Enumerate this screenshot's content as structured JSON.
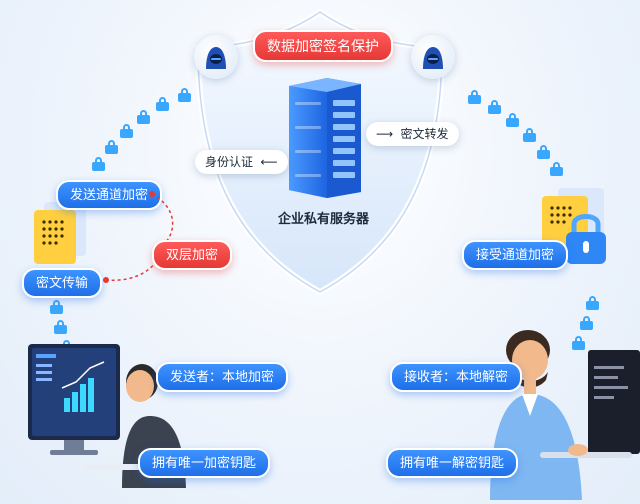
{
  "title_badge": "数据加密签名保护",
  "server_label": "企业私有服务器",
  "left_arrow_label": "身份认证",
  "right_arrow_label": "密文转发",
  "left_top_pill": "发送通道加密",
  "left_bottom_pill": "密文传输",
  "double_encrypt": "双层加密",
  "right_pill": "接受通道加密",
  "sender_label": "发送者：本地加密",
  "sender_key": "拥有唯一加密钥匙",
  "receiver_label": "接收者：本地解密",
  "receiver_key": "拥有唯一解密钥匙",
  "colors": {
    "blue": "#1f6fe8",
    "red": "#e53935",
    "lock": "#3aa7ff"
  }
}
